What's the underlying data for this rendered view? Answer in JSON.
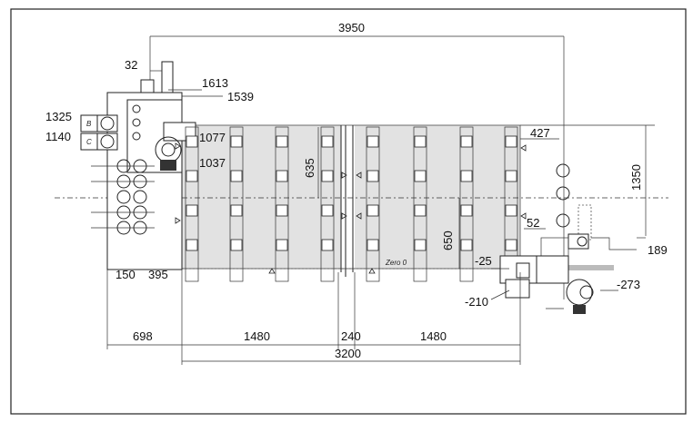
{
  "drawing": {
    "dimensions": {
      "overall_length": "3950",
      "offset_32": "32",
      "height_1613": "1613",
      "height_1539": "1539",
      "height_1325": "1325",
      "height_1140": "1140",
      "height_1077": "1077",
      "height_1037": "1037",
      "span_635": "635",
      "span_650": "650",
      "offset_427": "427",
      "height_1350": "1350",
      "offset_52": "52",
      "height_189": "189",
      "offset_neg25": "-25",
      "offset_neg210": "-210",
      "offset_neg273": "-273",
      "offset_150": "150",
      "offset_395": "395",
      "left_698": "698",
      "table_left_1480": "1480",
      "gap_240": "240",
      "table_right_1480": "1480",
      "tables_total_3200": "3200"
    },
    "annotations": {
      "zero_label": "Zero 0",
      "marker_b": "B",
      "marker_c": "C"
    }
  }
}
